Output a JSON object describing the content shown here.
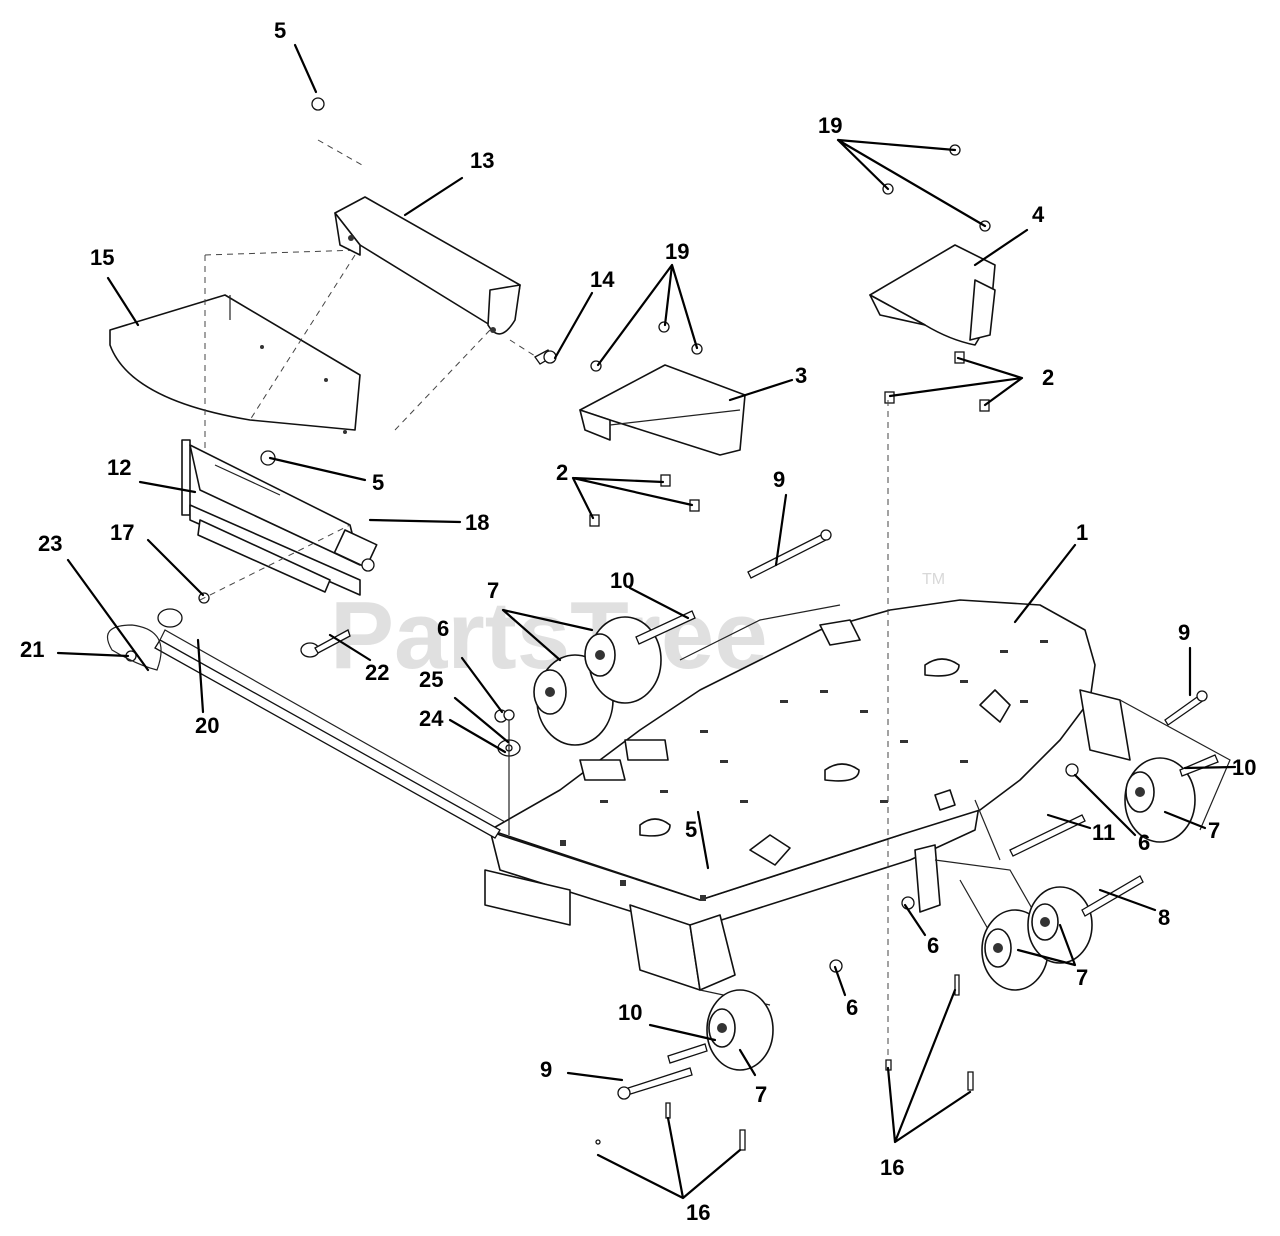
{
  "watermark": {
    "text": "PartsTree",
    "mark": "TM"
  },
  "callouts": {
    "c1": "1",
    "c2a": "2",
    "c2b": "2",
    "c3": "3",
    "c4": "4",
    "c5a": "5",
    "c5b": "5",
    "c5c": "5",
    "c6a": "6",
    "c6b": "6",
    "c6c": "6",
    "c6d": "6",
    "c7a": "7",
    "c7b": "7",
    "c7c": "7",
    "c7d": "7",
    "c8": "8",
    "c9a": "9",
    "c9b": "9",
    "c9c": "9",
    "c10a": "10",
    "c10b": "10",
    "c10c": "10",
    "c11": "11",
    "c12": "12",
    "c13": "13",
    "c14": "14",
    "c15": "15",
    "c16a": "16",
    "c16b": "16",
    "c17": "17",
    "c18": "18",
    "c19a": "19",
    "c19b": "19",
    "c20": "20",
    "c21": "21",
    "c22": "22",
    "c23": "23",
    "c24": "24",
    "c25": "25"
  }
}
